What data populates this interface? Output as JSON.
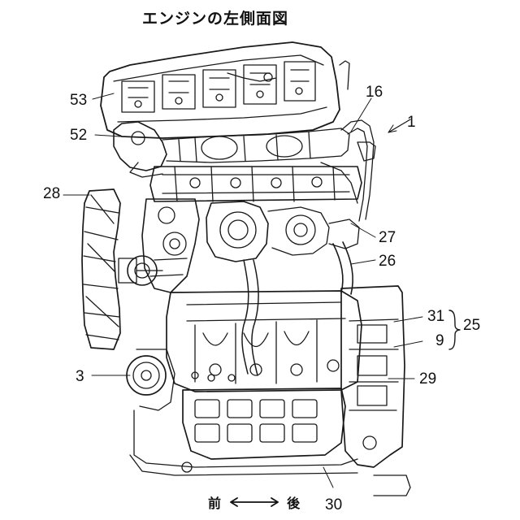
{
  "title": "エンジンの左側面図",
  "labels": {
    "l53": "53",
    "l52": "52",
    "l16": "16",
    "l1": "1",
    "l28": "28",
    "l27": "27",
    "l26": "26",
    "l31": "31",
    "l25": "25",
    "l9": "9",
    "l3": "3",
    "l29": "29",
    "l30": "30"
  },
  "direction": {
    "front": "前",
    "rear": "後"
  }
}
